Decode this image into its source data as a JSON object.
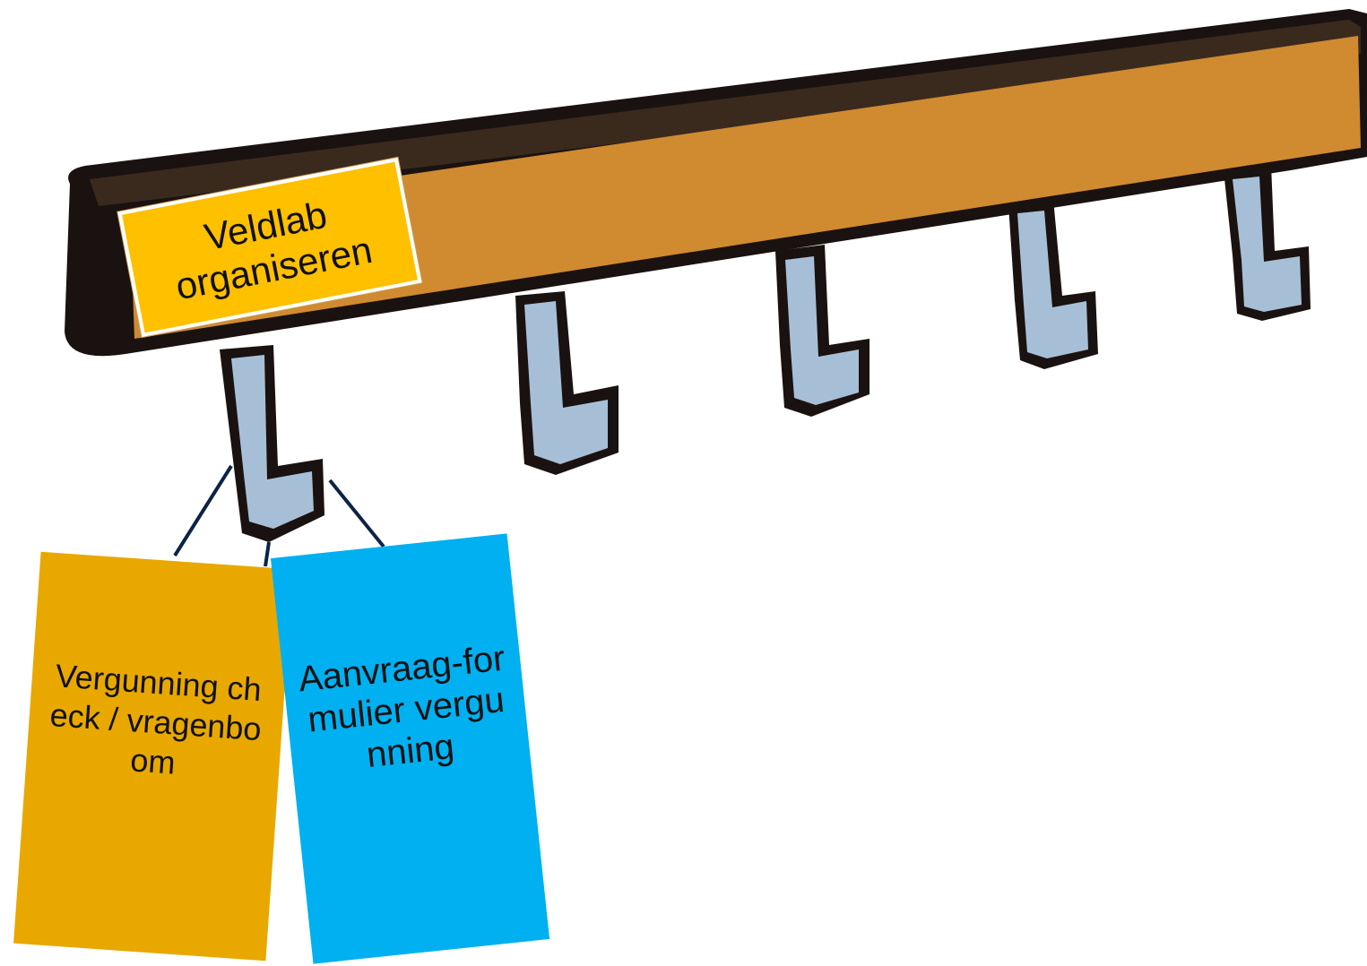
{
  "title_label": {
    "text": "Veldlab organiseren",
    "color": "#FFC000"
  },
  "tags": [
    {
      "text": "Vergunning check / vragenboom",
      "color": "#E8A800"
    },
    {
      "text": "Aanvraag-formulier vergunning",
      "color": "#00B0F0"
    }
  ],
  "colors": {
    "rack_wood": "#D08A30",
    "rack_outline": "#1a1210",
    "hook_steel": "#A7BFD6",
    "string": "#0B2347"
  },
  "hook_count": 5
}
